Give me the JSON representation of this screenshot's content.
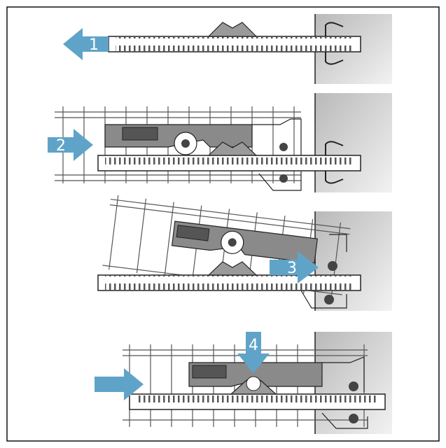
{
  "steps": [
    {
      "label": "1",
      "direction": "left"
    },
    {
      "label": "2",
      "direction": "right"
    },
    {
      "label": "3",
      "direction": "right"
    },
    {
      "label": "4",
      "direction": "down"
    }
  ],
  "colors": {
    "arrow": "#5fa4c8",
    "wall": "#c9c9c9",
    "bracket": "#8a8a8a",
    "rail": "#ffffff",
    "line": "#222222"
  }
}
